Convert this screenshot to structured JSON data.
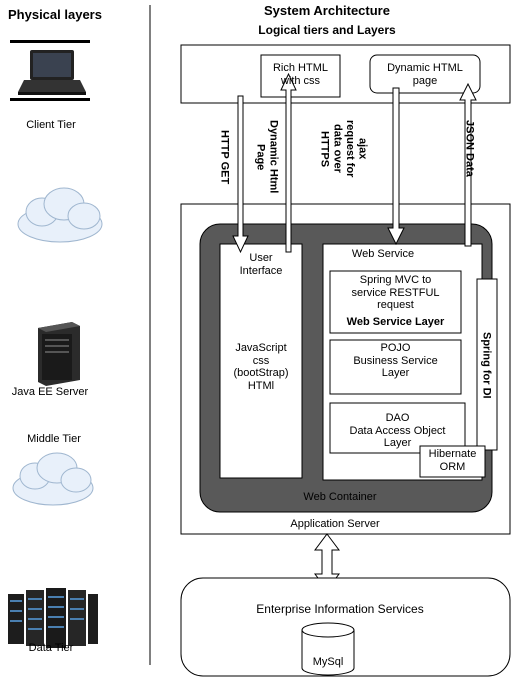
{
  "left_panel": {
    "title": "Physical layers",
    "client_tier": "Client Tier",
    "java_ee_server": "Java EE Server",
    "middle_tier": "Middle Tier",
    "data_tier": "Data Tier"
  },
  "header": {
    "title": "System Architecture",
    "subtitle": "Logical tiers and Layers"
  },
  "client_layer": {
    "rich_html": "Rich HTML\nwith css",
    "dynamic_html": "Dynamic HTML\npage"
  },
  "arrows": {
    "http_get": "HTTP GET",
    "dynamic_html_page": "Dynamic Html\nPage",
    "ajax_request": "ajax\nrequest for\ndata over\nHTTPS",
    "json_data": "JSON Data"
  },
  "app_server": {
    "label": "Application Server",
    "web_container": "Web Container",
    "user_interface": {
      "title": "User\nInterface",
      "tech": "JavaScript\ncss\n(bootStrap)\nHTMl"
    },
    "web_service": {
      "title": "Web Service",
      "spring_mvc": "Spring MVC to\nservice RESTFUL\nrequest",
      "spring_mvc_layer": "Web Service Layer",
      "pojo": "POJO\nBusiness Service\nLayer",
      "dao": "DAO\nData Access Object\nLayer",
      "hibernate": "Hibernate\nORM",
      "spring_di": "Spring for DI"
    }
  },
  "eis": {
    "title": "Enterprise Information Services",
    "db": "MySql"
  },
  "colors": {
    "container": "#595959",
    "cloud": "#e8f0fa",
    "cloud_stroke": "#9fb6cf"
  }
}
